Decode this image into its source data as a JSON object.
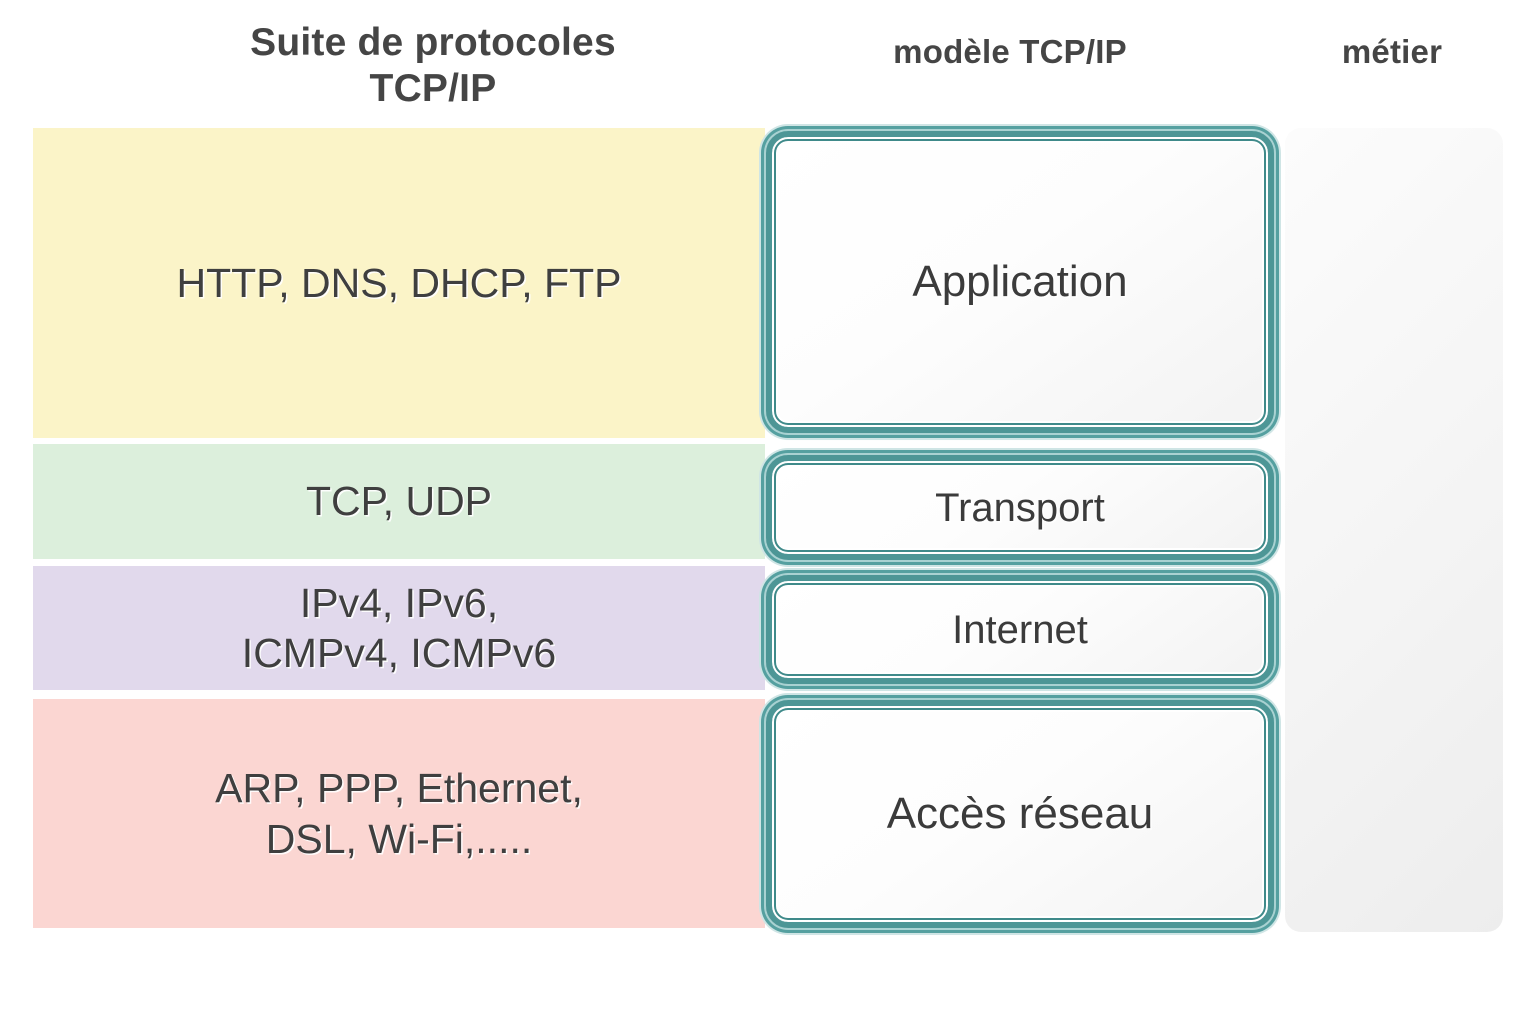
{
  "headers": {
    "protocols": "Suite de protocoles\nTCP/IP",
    "model": "modèle TCP/IP",
    "metier": "métier"
  },
  "colors": {
    "band_application": "#fbf4c8",
    "band_transport": "#dcefdc",
    "band_internet": "#e1d9ec",
    "band_acces": "#fbd6d2",
    "box_border_teal": "#4d9696",
    "box_border_teal_dark": "#3f8a8a",
    "box_border_teal_light": "#a9d2d2",
    "metier_panel": "#f4f4f4",
    "text": "#3f3f3f"
  },
  "layers": [
    {
      "id": "application",
      "protocols": "HTTP, DNS, DHCP, FTP",
      "model_name": "Application"
    },
    {
      "id": "transport",
      "protocols": "TCP, UDP",
      "model_name": "Transport"
    },
    {
      "id": "internet",
      "protocols": "IPv4, IPv6,\nICMPv4, ICMPv6",
      "model_name": "Internet"
    },
    {
      "id": "acces",
      "protocols": "ARP, PPP, Ethernet,\nDSL, Wi-Fi,.....",
      "model_name": "Accès réseau"
    }
  ]
}
